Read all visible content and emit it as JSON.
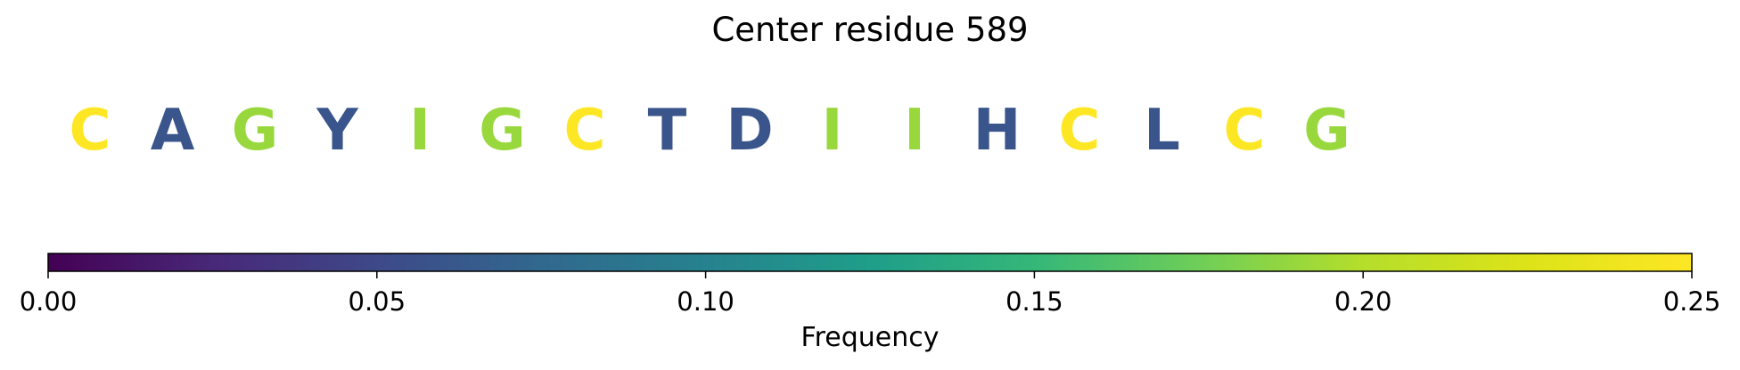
{
  "chart_data": {
    "type": "sequence-logo",
    "title": "Center residue 589",
    "residues": [
      {
        "letter": "C",
        "frequency": 0.25
      },
      {
        "letter": "A",
        "frequency": 0.06
      },
      {
        "letter": "G",
        "frequency": 0.19
      },
      {
        "letter": "Y",
        "frequency": 0.06
      },
      {
        "letter": "I",
        "frequency": 0.19
      },
      {
        "letter": "G",
        "frequency": 0.19
      },
      {
        "letter": "C",
        "frequency": 0.25
      },
      {
        "letter": "T",
        "frequency": 0.06
      },
      {
        "letter": "D",
        "frequency": 0.06
      },
      {
        "letter": "I",
        "frequency": 0.19
      },
      {
        "letter": "I",
        "frequency": 0.19
      },
      {
        "letter": "H",
        "frequency": 0.06
      },
      {
        "letter": "C",
        "frequency": 0.25
      },
      {
        "letter": "L",
        "frequency": 0.06
      },
      {
        "letter": "C",
        "frequency": 0.25
      },
      {
        "letter": "G",
        "frequency": 0.19
      }
    ],
    "colorbar": {
      "label": "Frequency",
      "colormap": "viridis",
      "range": [
        0,
        0.25
      ],
      "ticks": [
        0.0,
        0.05,
        0.1,
        0.15,
        0.2,
        0.25
      ],
      "tick_labels": [
        "0.00",
        "0.05",
        "0.10",
        "0.15",
        "0.20",
        "0.25"
      ]
    }
  }
}
